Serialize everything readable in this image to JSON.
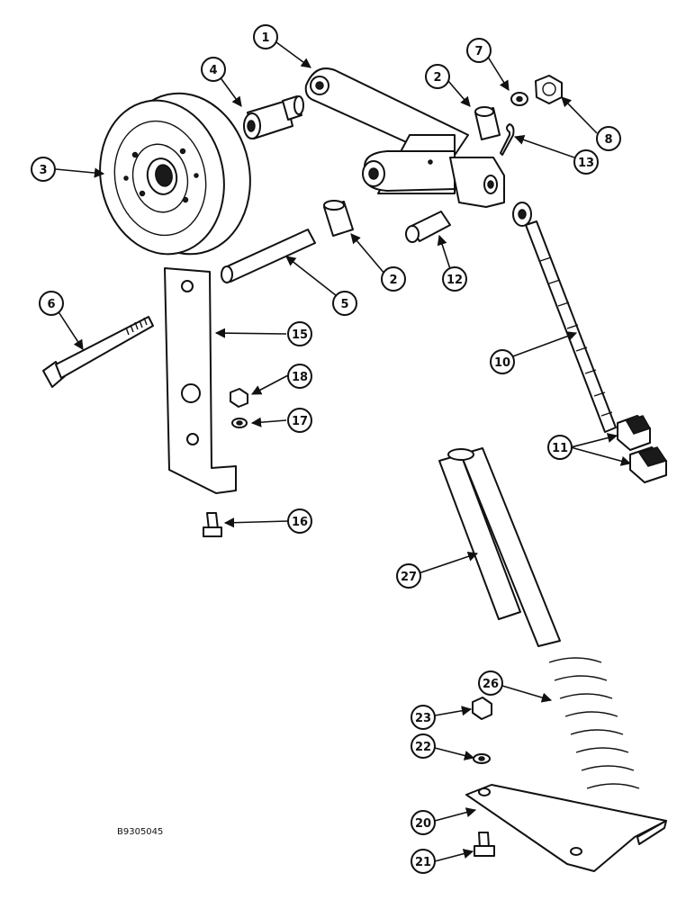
{
  "diagram": {
    "reference_code": "B9305045",
    "callouts": [
      "1",
      "2",
      "3",
      "4",
      "5",
      "6",
      "7",
      "8",
      "10",
      "11",
      "12",
      "13",
      "15",
      "16",
      "17",
      "18",
      "20",
      "21",
      "22",
      "23",
      "26",
      "27"
    ]
  }
}
